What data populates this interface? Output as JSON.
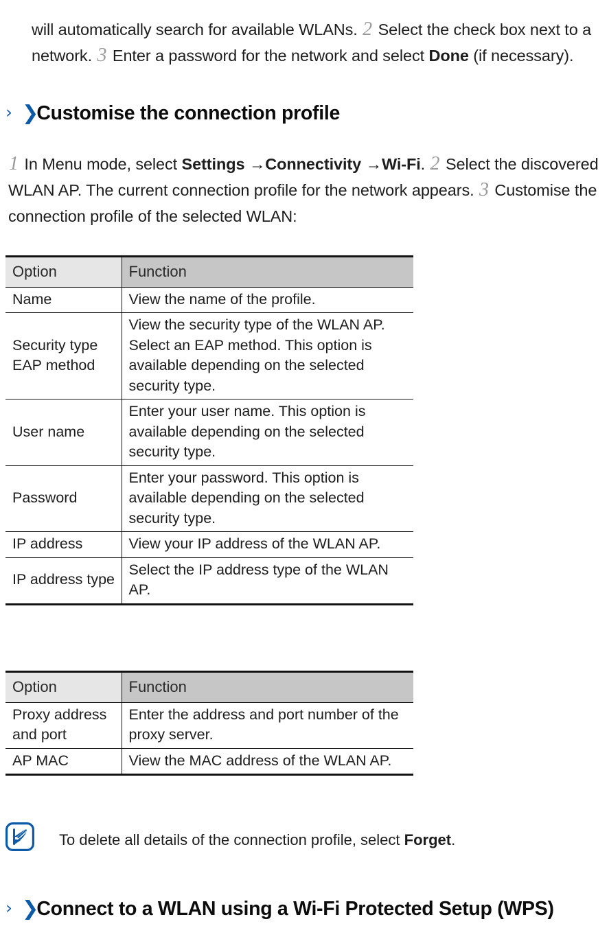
{
  "document": {
    "top_paragraph": {
      "segments": [
        {
          "type": "text",
          "text": "will automatically search for available WLANs. "
        },
        {
          "type": "stepnum",
          "text": "2"
        },
        {
          "type": "text",
          "text": " Select the check box next to a network. "
        },
        {
          "type": "stepnum",
          "text": "3"
        },
        {
          "type": "text",
          "text": " Enter a password for the network and select "
        },
        {
          "type": "bold",
          "text": "Done"
        },
        {
          "type": "text",
          "text": " (if necessary)."
        }
      ],
      "plain": "will automatically search for available WLANs. 2 Select the check box next to a network. 3 Enter a password for the network and select Done (if necessary)."
    },
    "sections": [
      {
        "id": "customise",
        "bullet_thin": "›",
        "bullet_bold": "❯",
        "heading": "Customise the connection profile",
        "body_segments": [
          {
            "type": "stepnum",
            "text": "1"
          },
          {
            "type": "text",
            "text": " In Menu mode, select "
          },
          {
            "type": "bold",
            "text": "Settings"
          },
          {
            "type": "text",
            "text": " →"
          },
          {
            "type": "bold",
            "text": "Connectivity"
          },
          {
            "type": "text",
            "text": " →"
          },
          {
            "type": "bold",
            "text": "Wi-Fi"
          },
          {
            "type": "text",
            "text": ". "
          },
          {
            "type": "stepnum",
            "text": "2"
          },
          {
            "type": "text",
            "text": " Select the discovered WLAN AP. The current connection profile for the network appears. "
          },
          {
            "type": "stepnum",
            "text": "3"
          },
          {
            "type": "text",
            "text": " Customise the connection profile of the selected WLAN:"
          }
        ],
        "body_plain": "1 In Menu mode, select Settings →Connectivity →Wi-Fi. 2 Select the discovered WLAN AP. The current connection profile for the network appears. 3 Customise the connection profile of the selected WLAN:"
      },
      {
        "id": "wps",
        "bullet_thin": "›",
        "bullet_bold": "❯",
        "heading": "Connect to a WLAN using a Wi-Fi Protected Setup (WPS)"
      }
    ],
    "tables": [
      {
        "id": "profile-options",
        "headers": [
          "Option",
          "Function"
        ],
        "rows": [
          {
            "option": "Name",
            "function": "View the name of the profile."
          },
          {
            "option": "Security type EAP method",
            "function": "View the security type of the WLAN AP. Select an EAP method. This option is available depending on the selected security type."
          },
          {
            "option": "User name",
            "function": "Enter your user name. This option is available depending on the selected security type."
          },
          {
            "option": "Password",
            "function": "Enter your password. This option is available depending on the selected security type."
          },
          {
            "option": "IP address",
            "function": "View your IP address of the WLAN AP."
          },
          {
            "option": "IP address type",
            "function": "Select the IP address type of the WLAN AP."
          }
        ]
      },
      {
        "id": "proxy-options",
        "headers": [
          "Option",
          "Function"
        ],
        "rows": [
          {
            "option": "Proxy address and port",
            "function": "Enter the address and port number of the proxy server."
          },
          {
            "option": "AP MAC",
            "function": "View the MAC address of the WLAN AP."
          }
        ]
      }
    ],
    "note": {
      "icon": "note-pencil-icon",
      "segments": [
        {
          "type": "text",
          "text": "To delete all details of the connection profile, select "
        },
        {
          "type": "bold",
          "text": "Forget"
        },
        {
          "type": "text",
          "text": "."
        }
      ],
      "plain": "To delete all details of the connection profile, select Forget."
    },
    "colors": {
      "accent_blue": "#0d5aa7",
      "chevron_blue": "#1a5fa8",
      "step_number_gray": "#9a9a9a",
      "table_header_option_bg": "#e6e6e6",
      "table_header_function_bg": "#c6c6c6",
      "text": "#1d1d1d",
      "rule": "#111111",
      "page_bg": "#ffffff"
    }
  }
}
